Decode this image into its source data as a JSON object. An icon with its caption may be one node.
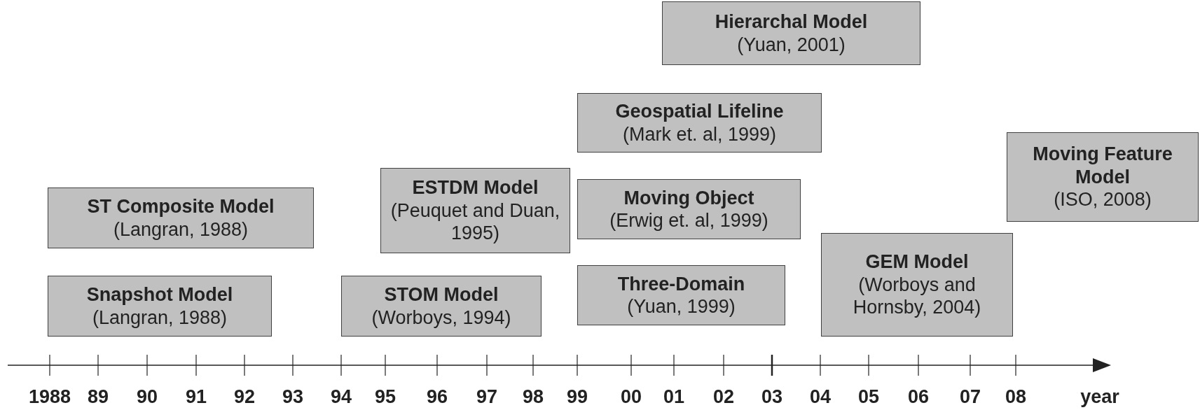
{
  "diagram": {
    "nodes": [
      {
        "text": [
          "Hierarchal Model",
          "(Yuan, 2001)"
        ]
      },
      {
        "text": [
          "Geospatial Lifeline",
          "(Mark et. al, 1999)"
        ]
      },
      {
        "text": [
          "Moving Feature Model",
          "(ISO, 2008)"
        ]
      },
      {
        "text": [
          "ST Composite Model",
          "(Langran, 1988)"
        ]
      },
      {
        "text": [
          "ESTDM Model",
          "(Peuquet and Duan, 1995)"
        ]
      },
      {
        "text": [
          "Moving Object",
          "(Erwig et. al, 1999)"
        ]
      },
      {
        "text": [
          "Snapshot Model",
          "(Langran, 1988)"
        ]
      },
      {
        "text": [
          "STOM Model",
          "(Worboys, 1994)"
        ]
      },
      {
        "text": [
          "Three-Domain",
          "(Yuan, 1999)"
        ]
      },
      {
        "text": [
          "GEM Model",
          "(Worboys and Hornsby, 2004)"
        ]
      }
    ],
    "labels": [
      "1988",
      "89",
      "90",
      "91",
      "92",
      "93",
      "94",
      "95",
      "96",
      "97",
      "98",
      "99",
      "00",
      "01",
      "02",
      "03",
      "04",
      "05",
      "06",
      "07",
      "08",
      "year"
    ]
  }
}
